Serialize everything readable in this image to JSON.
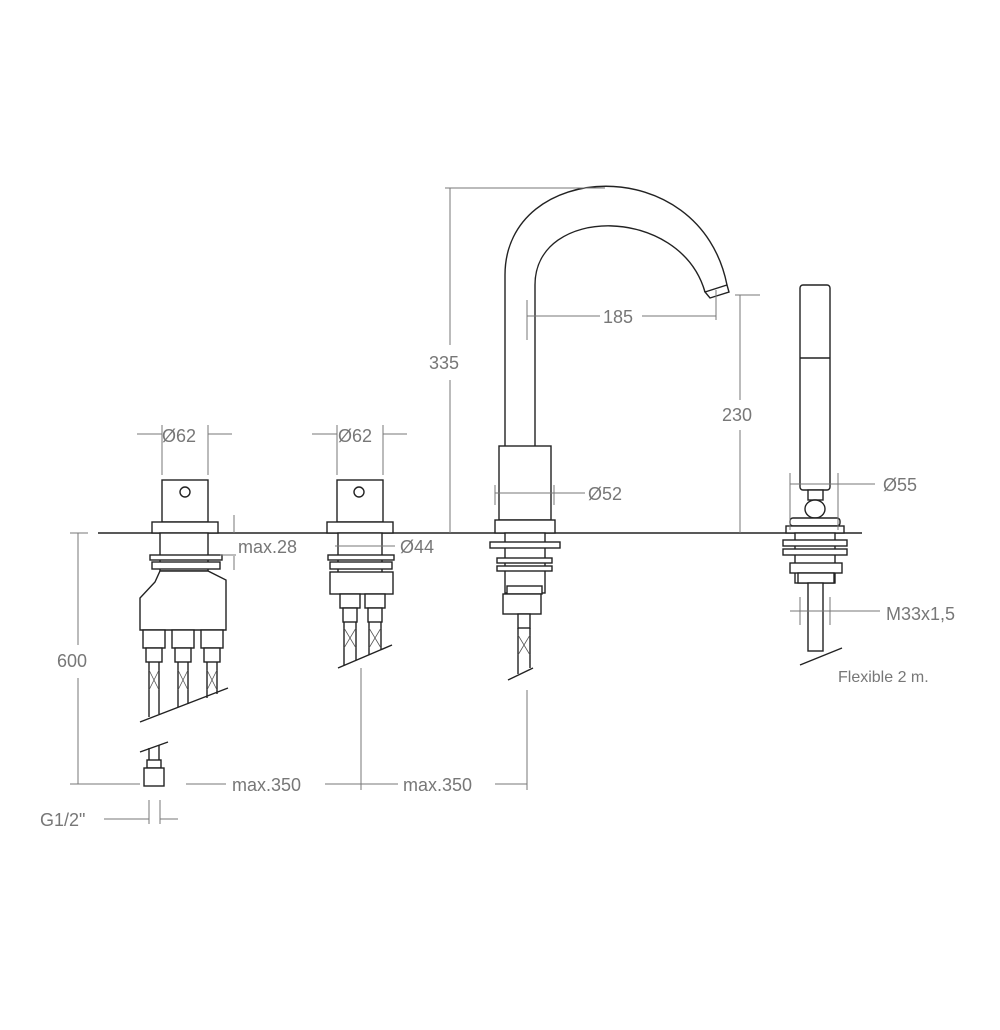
{
  "title": "Four-hole deck-mounted bath mixer dimensions",
  "labels": {
    "handle1_diameter": "Ø62",
    "handle2_diameter": "Ø62",
    "max_deck_thickness": "max.28",
    "hole_diameter": "Ø44",
    "spout_height": "335",
    "spout_reach": "185",
    "spout_clearance": "230",
    "spout_diameter": "Ø52",
    "shower_diameter": "Ø55",
    "shower_thread": "M33x1,5",
    "shower_hose": "Flexible 2 m.",
    "hose_length": "600",
    "spacing1": "max.350",
    "spacing2": "max.350",
    "connection": "G1/2\""
  },
  "colors": {
    "line": "#222222",
    "dimension": "#777777"
  }
}
